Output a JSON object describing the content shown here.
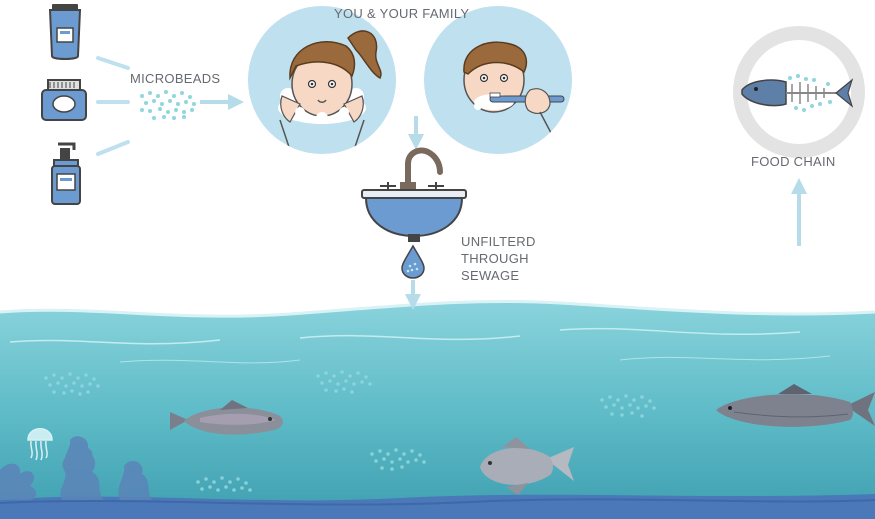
{
  "labels": {
    "family": "YOU & YOUR FAMILY",
    "microbeads": "MICROBEADS",
    "food_chain": "FOOD CHAIN",
    "unfiltered": [
      "UNFILTERD",
      "THROUGH",
      "SEWAGE"
    ]
  },
  "colors": {
    "light_blue": "#bfe0ef",
    "arrow": "#b6dcea",
    "product_blue": "#6b9bd0",
    "ocean_top": "#86cfd9",
    "ocean_bottom": "#4aaab8",
    "sea_floor": "#4a78b8",
    "bead": "#8fd6dd",
    "fish_gray": "#8a8f9a",
    "plate": "#e3e3e3"
  },
  "icons": [
    "tube-icon",
    "jar-icon",
    "pump-bottle-icon",
    "microbeads-icon",
    "girl-washing-face-icon",
    "boy-brushing-teeth-icon",
    "sink-icon",
    "water-drop-icon",
    "fish-skeleton-plate-icon",
    "jellyfish-icon",
    "fish-icon",
    "seaweed-icon"
  ]
}
